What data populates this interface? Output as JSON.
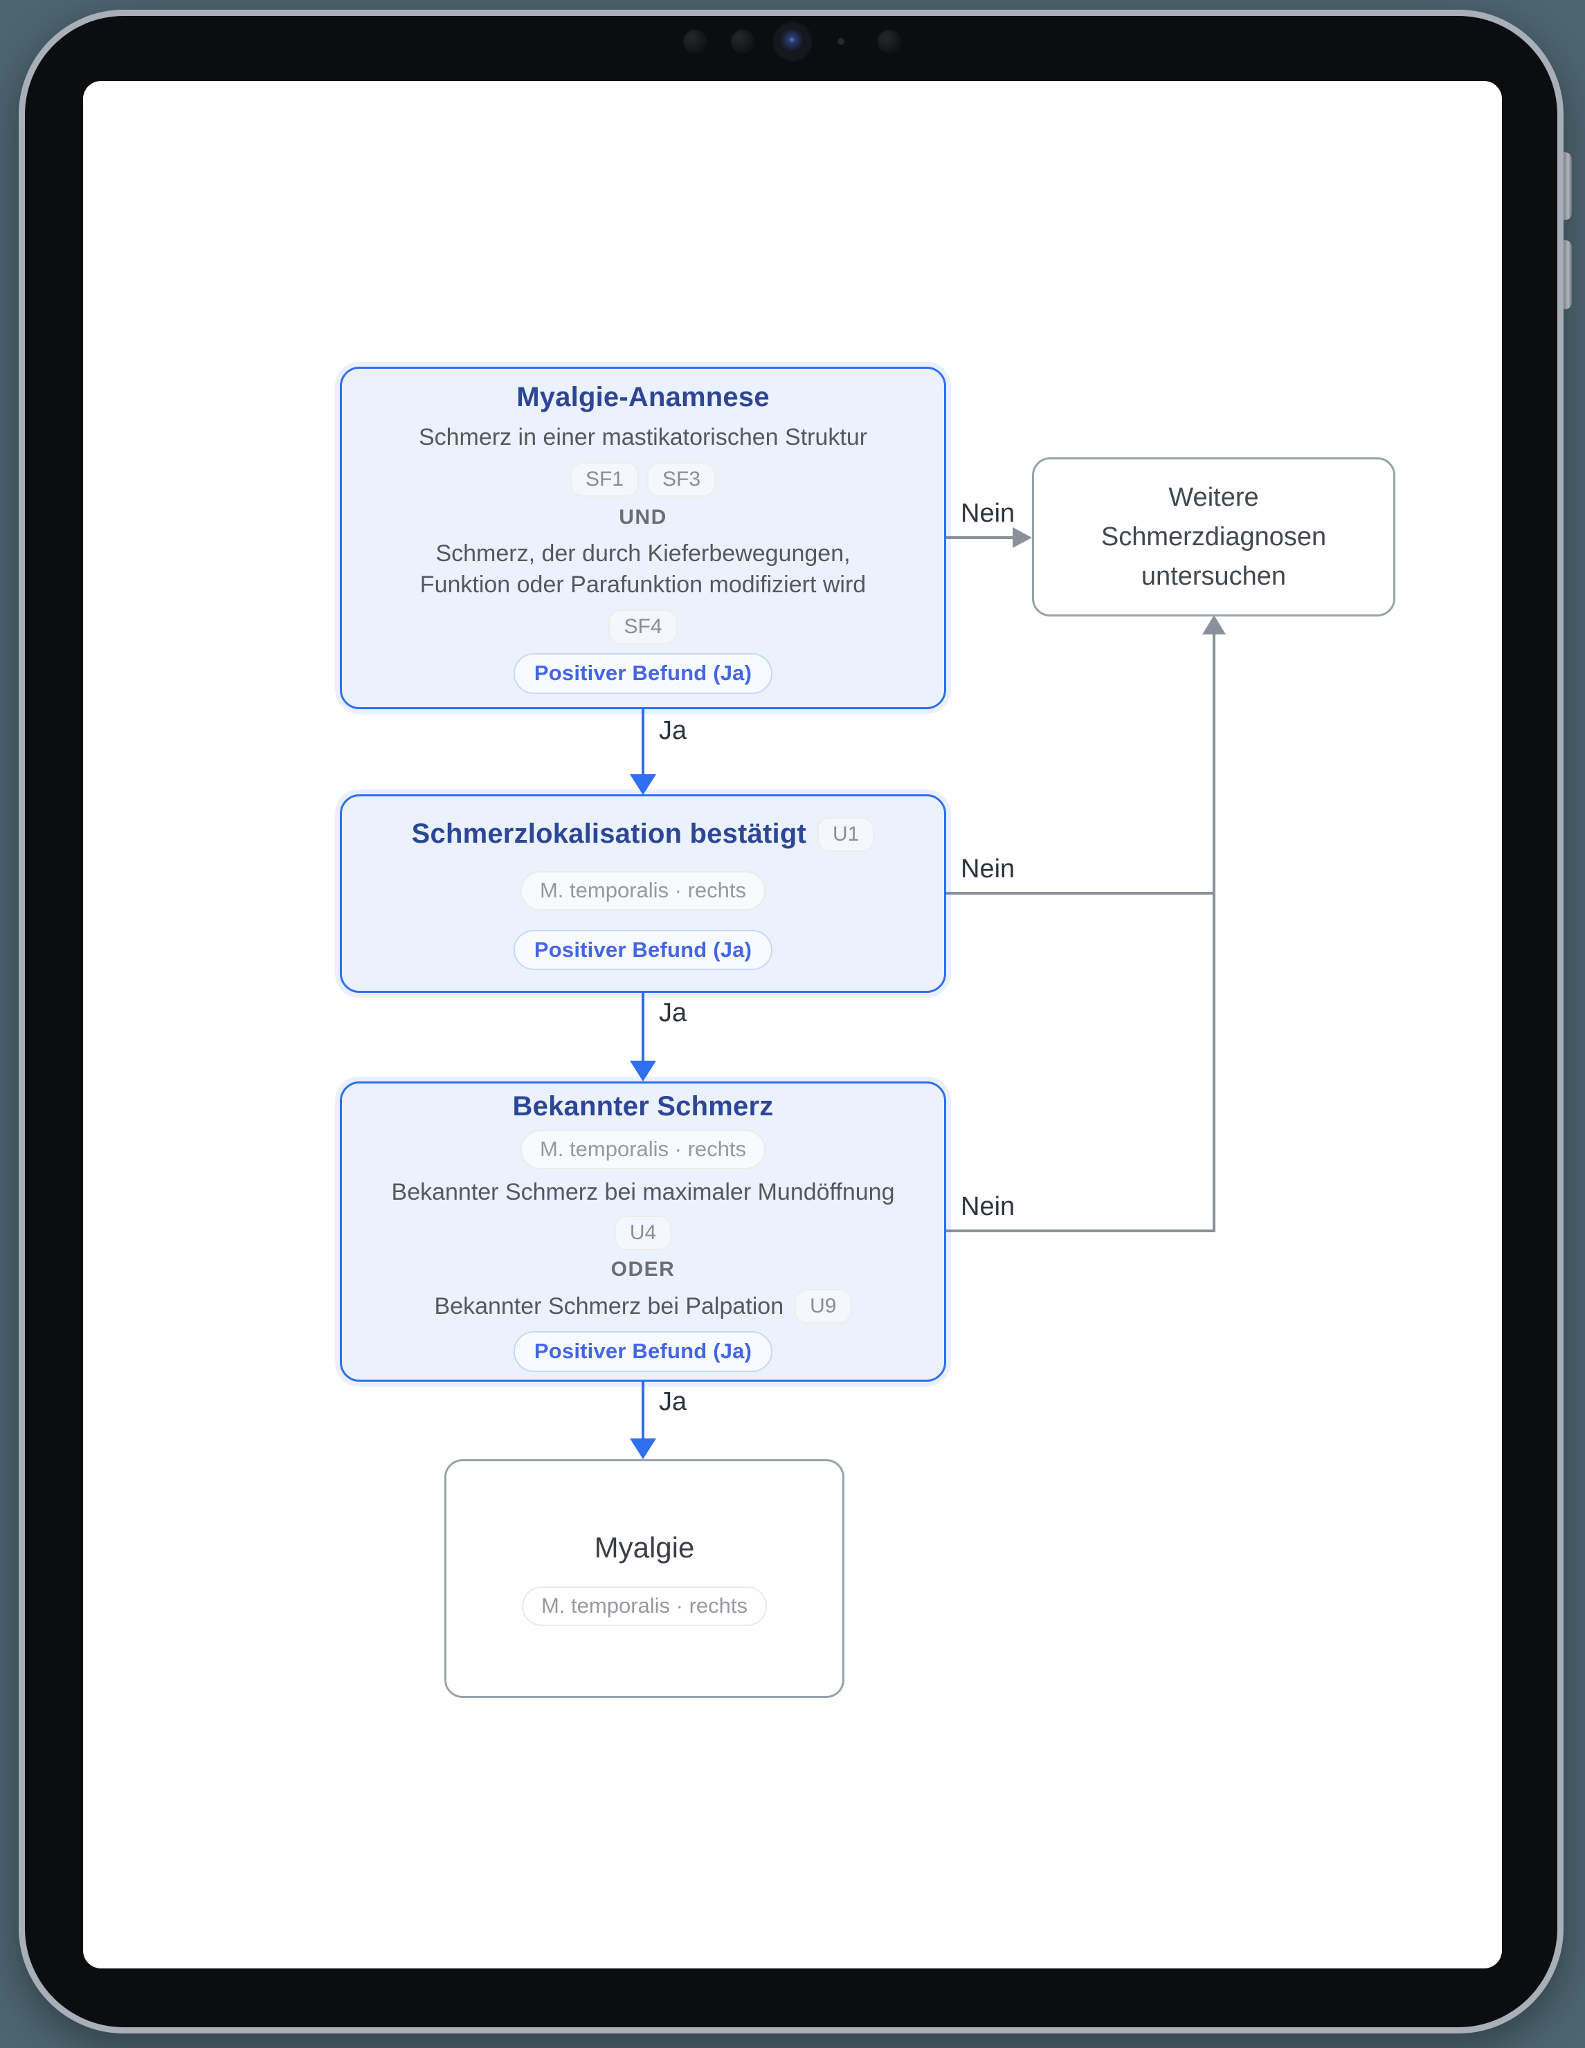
{
  "colors": {
    "page_background": "#4d6570",
    "accent_blue": "#2f6ff2",
    "node_fill_blue": "#ebf2fd",
    "node_title_blue": "#2d4796",
    "result_blue": "#4566e4",
    "line_gray": "#8a919b",
    "text_gray": "#55585e",
    "chip_gray": "#8b8d92"
  },
  "edge_labels": {
    "ja": "Ja",
    "nein": "Nein"
  },
  "shared": {
    "positive_result": "Positiver Befund (Ja)",
    "location": "M. temporalis · rechts"
  },
  "boxes": {
    "anamnese": {
      "title": "Myalgie-Anamnese",
      "criterion1": "Schmerz in einer mastikatorischen Struktur",
      "chip_sf1": "SF1",
      "chip_sf3": "SF3",
      "operator": "UND",
      "criterion2": "Schmerz, der durch Kieferbewegungen, Funktion oder Parafunktion modifiziert wird",
      "chip_sf4": "SF4"
    },
    "lokalisation": {
      "title": "Schmerzlokalisation bestätigt",
      "chip_u1": "U1"
    },
    "bekannter_schmerz": {
      "title": "Bekannter Schmerz",
      "criterion1": "Bekannter Schmerz bei maximaler Mundöffnung",
      "chip_u4": "U4",
      "operator": "ODER",
      "criterion2": "Bekannter Schmerz bei Palpation",
      "chip_u9": "U9"
    },
    "weitere": {
      "title": "Weitere Schmerzdiagnosen untersuchen"
    },
    "myalgie": {
      "title": "Myalgie"
    }
  }
}
